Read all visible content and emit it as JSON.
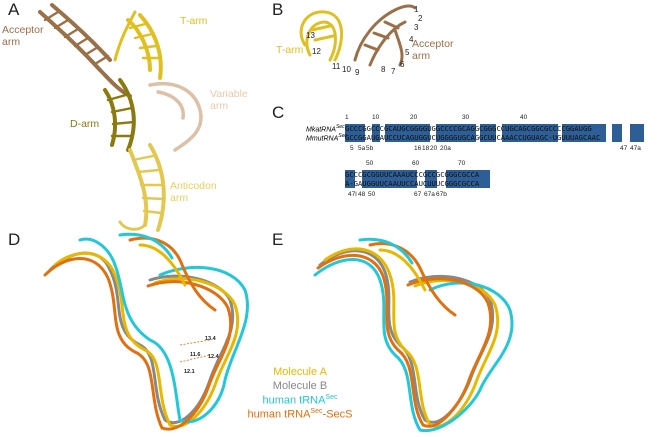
{
  "panels": {
    "A": {
      "label": "A",
      "arms": {
        "acceptor": "Acceptor\narm",
        "t_arm": "T-arm",
        "variable": "Variable\narm",
        "d_arm": "D-arm",
        "anticodon": "Anticodon\narm"
      }
    },
    "B": {
      "label": "B",
      "arms": {
        "t_arm": "T-arm",
        "acceptor": "Acceptor\narm"
      },
      "numbers": [
        "1",
        "2",
        "3",
        "4",
        "5",
        "6",
        "7",
        "8",
        "9",
        "10",
        "11",
        "12",
        "13"
      ]
    },
    "C": {
      "label": "C",
      "rows": [
        {
          "name1": "MkatRNA",
          "sup1": "Sec",
          "name2": "MmutRNA",
          "sup2": "Sec",
          "seq1": "GCCCGGCCCGCAUGCGGGGUGGCCCCGCAGGCGGGCCUGCAGCGGCGCCCCGGAUGG",
          "seq2": "GCCGGAUGAUCCUCAGUGGUCUGGGGUGCAGGCUUCAAACCUGUAGC-UGUUUAGCAAC",
          "top_ticks": [
            "1",
            "10",
            "20",
            "30",
            "40"
          ],
          "bottom_ticks": [
            "5",
            "5a",
            "5b",
            "16",
            "18",
            "20",
            "20a",
            "47",
            "47a"
          ]
        },
        {
          "seq1": "GCCCGCGGUUCAAAUCCCGCCGCGGGCGCCA",
          "seq2": "A-GAUGGUUCAAUUCCAUCUUUCGGGCGCCA",
          "top_ticks": [
            "50",
            "60",
            "70"
          ],
          "bottom_ticks": [
            "47l",
            "48",
            "50",
            "67",
            "67a",
            "67b"
          ]
        }
      ]
    },
    "D": {
      "label": "D",
      "measurements": [
        "11.6",
        "12.1",
        "12.4",
        "13.4"
      ]
    },
    "E": {
      "label": "E"
    },
    "legend": [
      {
        "text": "Molecule A",
        "sup": "",
        "color": "#e8b800"
      },
      {
        "text": "Molecule B",
        "sup": "",
        "color": "#888888"
      },
      {
        "text": "human tRNA",
        "sup": "Sec",
        "color": "#22c8d8"
      },
      {
        "text": "human tRNA",
        "sup": "Sec",
        "suffix": "-SecS",
        "color": "#e07010"
      }
    ]
  },
  "colors": {
    "acceptor": "#9a7048",
    "t_arm": "#e0c020",
    "variable": "#e8c8b0",
    "d_arm": "#8a7a10",
    "anticodon": "#e8d060",
    "seq_highlight": "#2e5e96",
    "mol_a": "#e8b800",
    "mol_b": "#888888",
    "human": "#22c8d8",
    "secs": "#e07010"
  }
}
